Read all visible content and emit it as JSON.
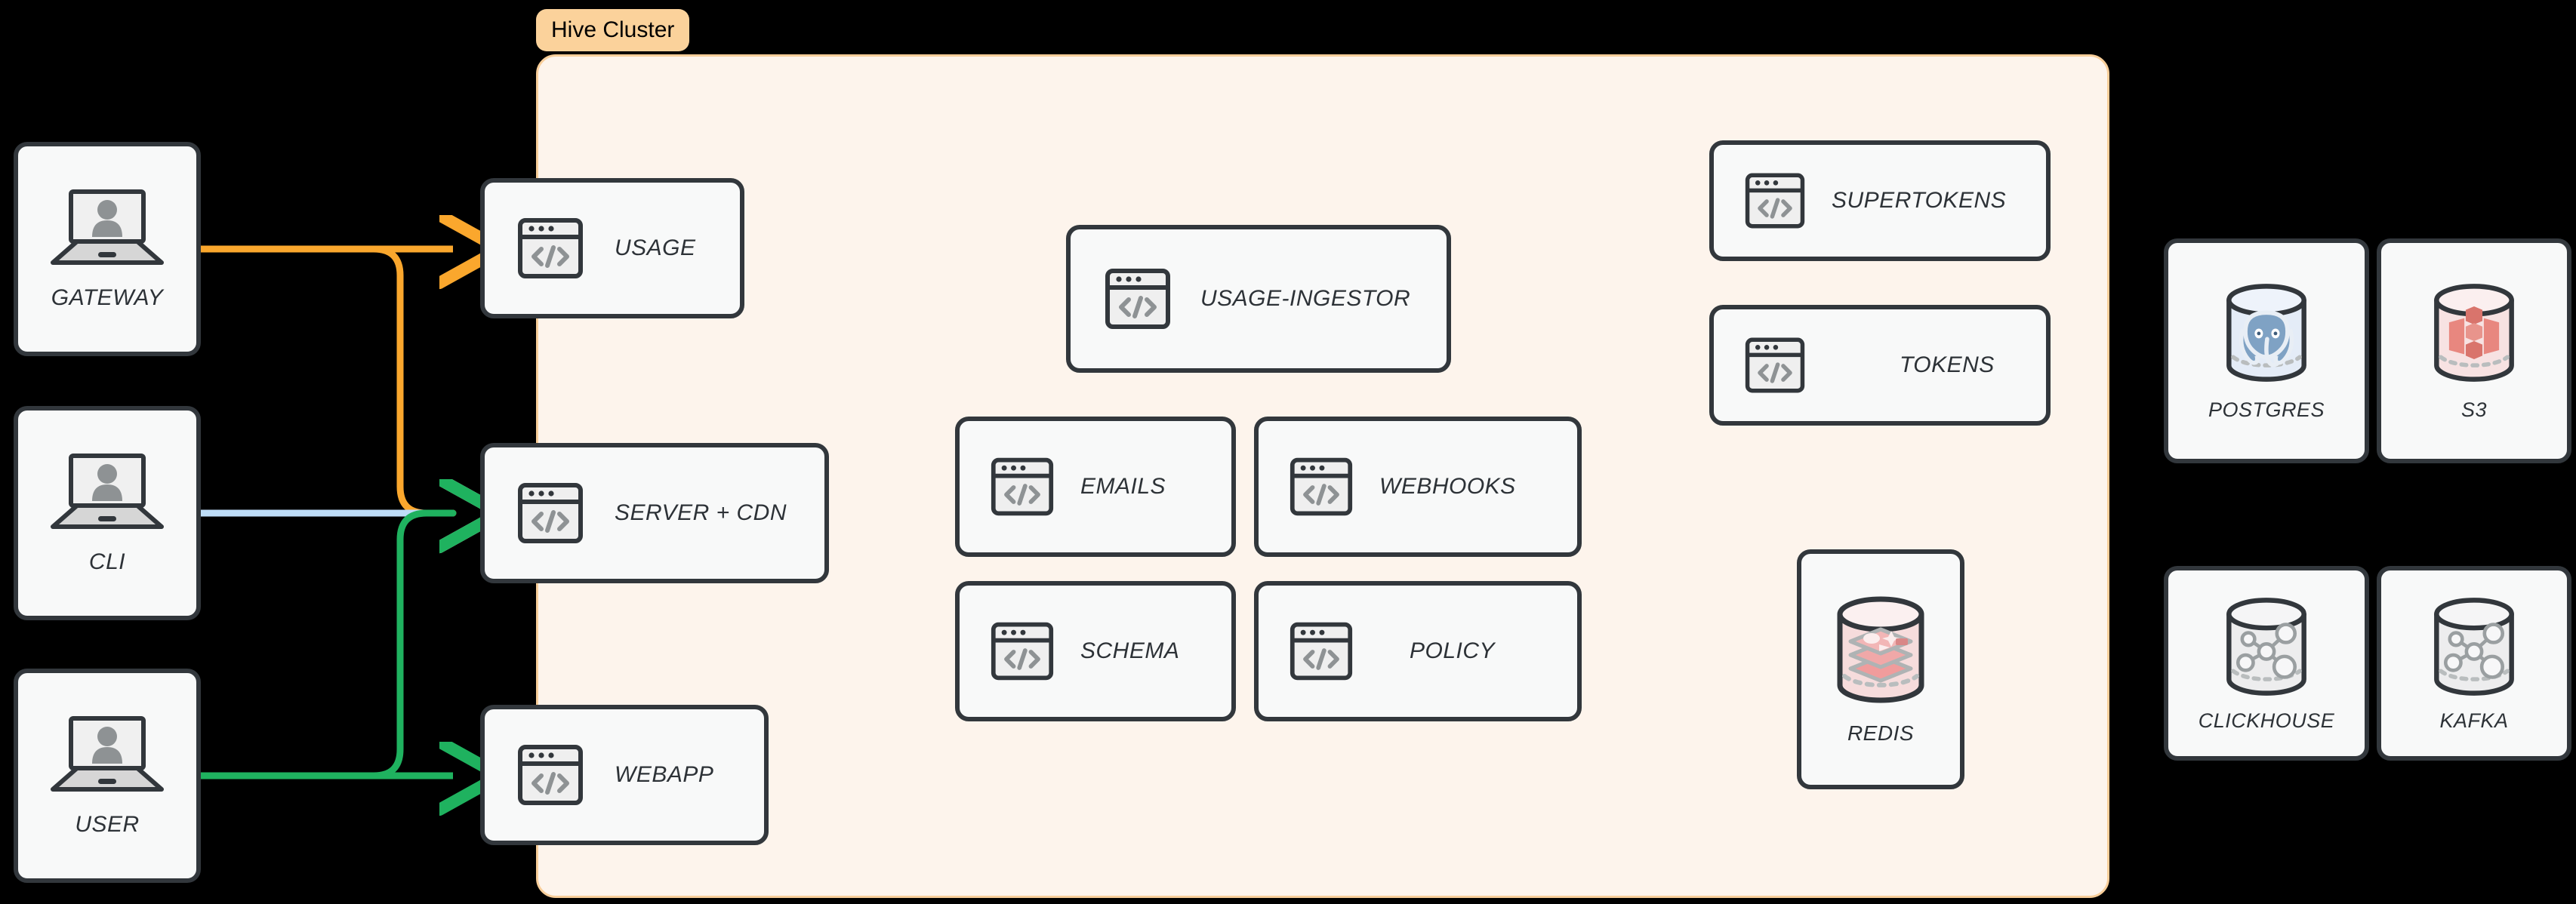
{
  "cluster": {
    "badge_label": "Hive Cluster",
    "badge_bg": "#FBD29B",
    "panel_bg": "#FDF4EC",
    "panel_border": "#F8CE9A"
  },
  "theme": {
    "node_bg": "#F8F9F9",
    "node_border": "#32373C",
    "label_color": "#2D3237",
    "canvas_bg": "#000000",
    "icon_screen_bg": "#EFEFEF",
    "icon_glyph": "#8E9294"
  },
  "clients": [
    {
      "id": "gateway",
      "label": "GATEWAY",
      "icon": "laptop-user-icon"
    },
    {
      "id": "cli",
      "label": "CLI",
      "icon": "laptop-user-icon"
    },
    {
      "id": "user",
      "label": "USER",
      "icon": "laptop-user-icon"
    }
  ],
  "edge_services": [
    {
      "id": "usage",
      "label": "USAGE",
      "icon": "code-window-icon"
    },
    {
      "id": "server-cdn",
      "label": "SERVER + CDN",
      "icon": "code-window-icon"
    },
    {
      "id": "webapp",
      "label": "WEBAPP",
      "icon": "code-window-icon"
    }
  ],
  "core_services": [
    {
      "id": "usage-ingestor",
      "label": "USAGE-INGESTOR",
      "icon": "code-window-icon"
    },
    {
      "id": "emails",
      "label": "EMAILS",
      "icon": "code-window-icon"
    },
    {
      "id": "webhooks",
      "label": "WEBHOOKS",
      "icon": "code-window-icon"
    },
    {
      "id": "schema",
      "label": "SCHEMA",
      "icon": "code-window-icon"
    },
    {
      "id": "policy",
      "label": "POLICY",
      "icon": "code-window-icon"
    }
  ],
  "auth_services": [
    {
      "id": "supertokens",
      "label": "SUPERTOKENS",
      "icon": "code-window-icon"
    },
    {
      "id": "tokens",
      "label": "TOKENS",
      "icon": "code-window-icon"
    }
  ],
  "cluster_stores": [
    {
      "id": "redis",
      "label": "REDIS",
      "icon": "database-redis-icon",
      "tint": "#F6DCDC"
    }
  ],
  "external_stores": [
    {
      "id": "postgres",
      "label": "POSTGRES",
      "icon": "database-postgres-icon",
      "tint": "#E4ECF7"
    },
    {
      "id": "s3",
      "label": "S3",
      "icon": "database-s3-icon",
      "tint": "#F7E2E2"
    },
    {
      "id": "clickhouse",
      "label": "CLICKHOUSE",
      "icon": "database-nodegraph-icon",
      "tint": "#EDEDEE"
    },
    {
      "id": "kafka",
      "label": "KAFKA",
      "icon": "database-nodegraph-icon",
      "tint": "#EDEDEE"
    }
  ],
  "connections": [
    {
      "id": "gateway-to-usage",
      "from": "GATEWAY",
      "to": "USAGE",
      "color": "#FAA72D"
    },
    {
      "id": "gateway-to-server-cdn",
      "from": "GATEWAY",
      "to": "SERVER + CDN",
      "color": "#FAA72D"
    },
    {
      "id": "cli-to-server-cdn",
      "from": "CLI",
      "to": "SERVER + CDN",
      "color": "#BEDDF7"
    },
    {
      "id": "user-to-webapp",
      "from": "USER",
      "to": "WEBAPP",
      "color": "#1FB25F"
    },
    {
      "id": "user-to-server-cdn",
      "from": "USER",
      "to": "SERVER + CDN",
      "color": "#1FB25F"
    }
  ]
}
